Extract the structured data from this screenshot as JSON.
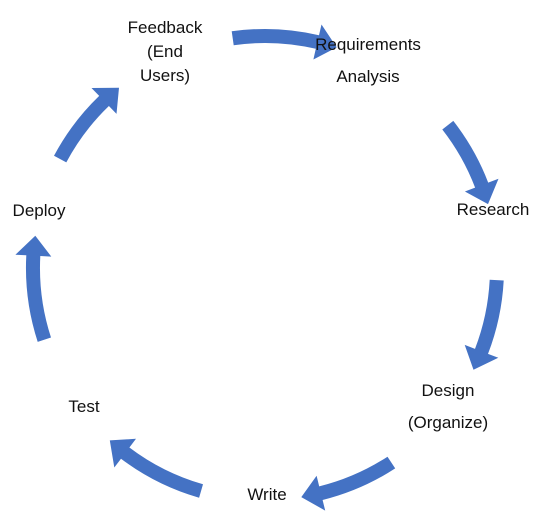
{
  "diagram": {
    "type": "cycle",
    "arrow_color": "#4472C4",
    "steps": [
      {
        "lines": [
          "Feedback",
          "(End",
          "Users)"
        ]
      },
      {
        "lines": [
          "Requirements",
          "Analysis"
        ]
      },
      {
        "lines": [
          "Research"
        ]
      },
      {
        "lines": [
          "Design",
          "(Organize)"
        ]
      },
      {
        "lines": [
          "Write"
        ]
      },
      {
        "lines": [
          "Test"
        ]
      },
      {
        "lines": [
          "Deploy"
        ]
      }
    ]
  }
}
